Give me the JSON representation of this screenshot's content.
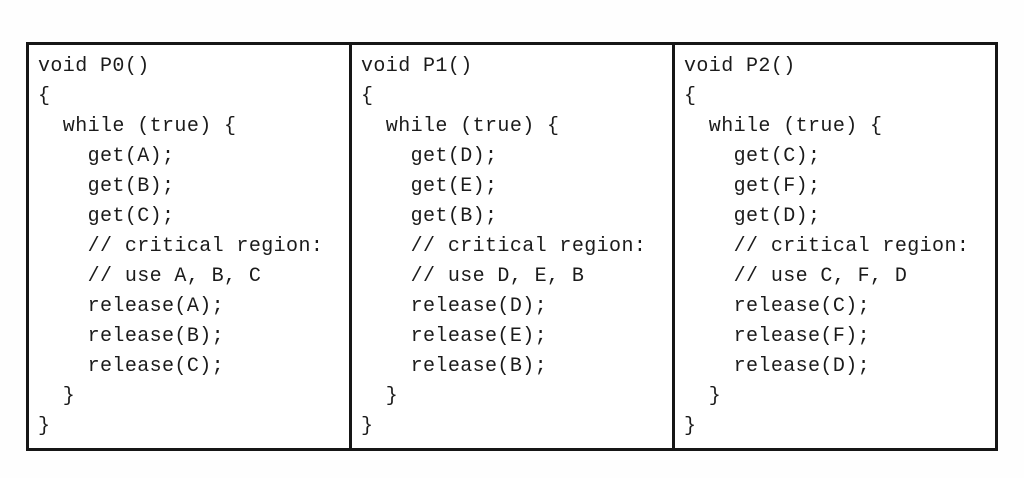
{
  "figure": {
    "type": "code-table",
    "column_count": 3
  },
  "colors": {
    "border": "#161616",
    "text": "#1b1b1b",
    "background": "#ffffff"
  },
  "panels": [
    {
      "id": "P0",
      "title_line": "void P0()",
      "resources_acquired": [
        "A",
        "B",
        "C"
      ],
      "lines": [
        "void P0()",
        "{",
        "  while (true) {",
        "    get(A);",
        "    get(B);",
        "    get(C);",
        "    // critical region:",
        "    // use A, B, C",
        "    release(A);",
        "    release(B);",
        "    release(C);",
        "  }",
        "}"
      ]
    },
    {
      "id": "P1",
      "title_line": "void P1()",
      "resources_acquired": [
        "D",
        "E",
        "B"
      ],
      "lines": [
        "void P1()",
        "{",
        "  while (true) {",
        "    get(D);",
        "    get(E);",
        "    get(B);",
        "    // critical region:",
        "    // use D, E, B",
        "    release(D);",
        "    release(E);",
        "    release(B);",
        "  }",
        "}"
      ]
    },
    {
      "id": "P2",
      "title_line": "void P2()",
      "resources_acquired": [
        "C",
        "F",
        "D"
      ],
      "lines": [
        "void P2()",
        "{",
        "  while (true) {",
        "    get(C);",
        "    get(F);",
        "    get(D);",
        "    // critical region:",
        "    // use C, F, D",
        "    release(C);",
        "    release(F);",
        "    release(D);",
        "  }",
        "}"
      ]
    }
  ]
}
